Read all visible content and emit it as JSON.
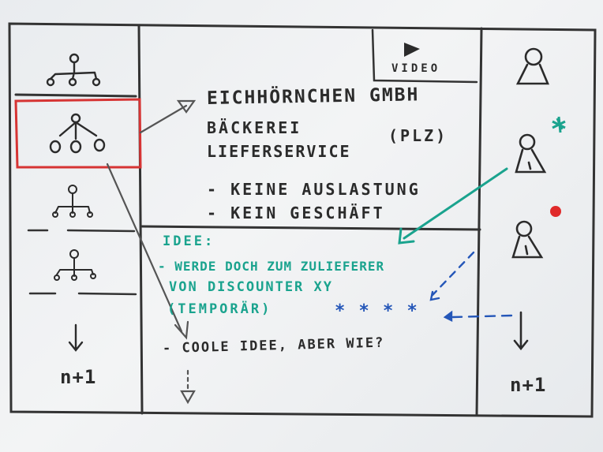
{
  "video_label": "VIDEO",
  "center_top": {
    "title": "EICHHÖRNCHEN GMBH",
    "line2": "BÄCKEREI",
    "line2_tag": "(PLZ)",
    "line3": "LIEFERSERVICE",
    "bullets": [
      "- KEINE AUSLASTUNG",
      "- KEIN GESCHÄFT"
    ]
  },
  "idea": {
    "heading": "IDEE:",
    "lines": [
      "- WERDE DOCH ZUM ZULIEFERER",
      "VON DISCOUNTER XY",
      "(TEMPORÄR)"
    ],
    "stars": "* * * *"
  },
  "comment": "- COOLE IDEE, ABER WIE?",
  "left_col": {
    "count": "n+1"
  },
  "right_col": {
    "count": "n+1"
  },
  "colors": {
    "black_marker": "#2b2b2b",
    "red_frame": "#d63434",
    "green_marker": "#1aa38e",
    "blue_marker": "#2456b8",
    "red_dot": "#e02a2a"
  }
}
